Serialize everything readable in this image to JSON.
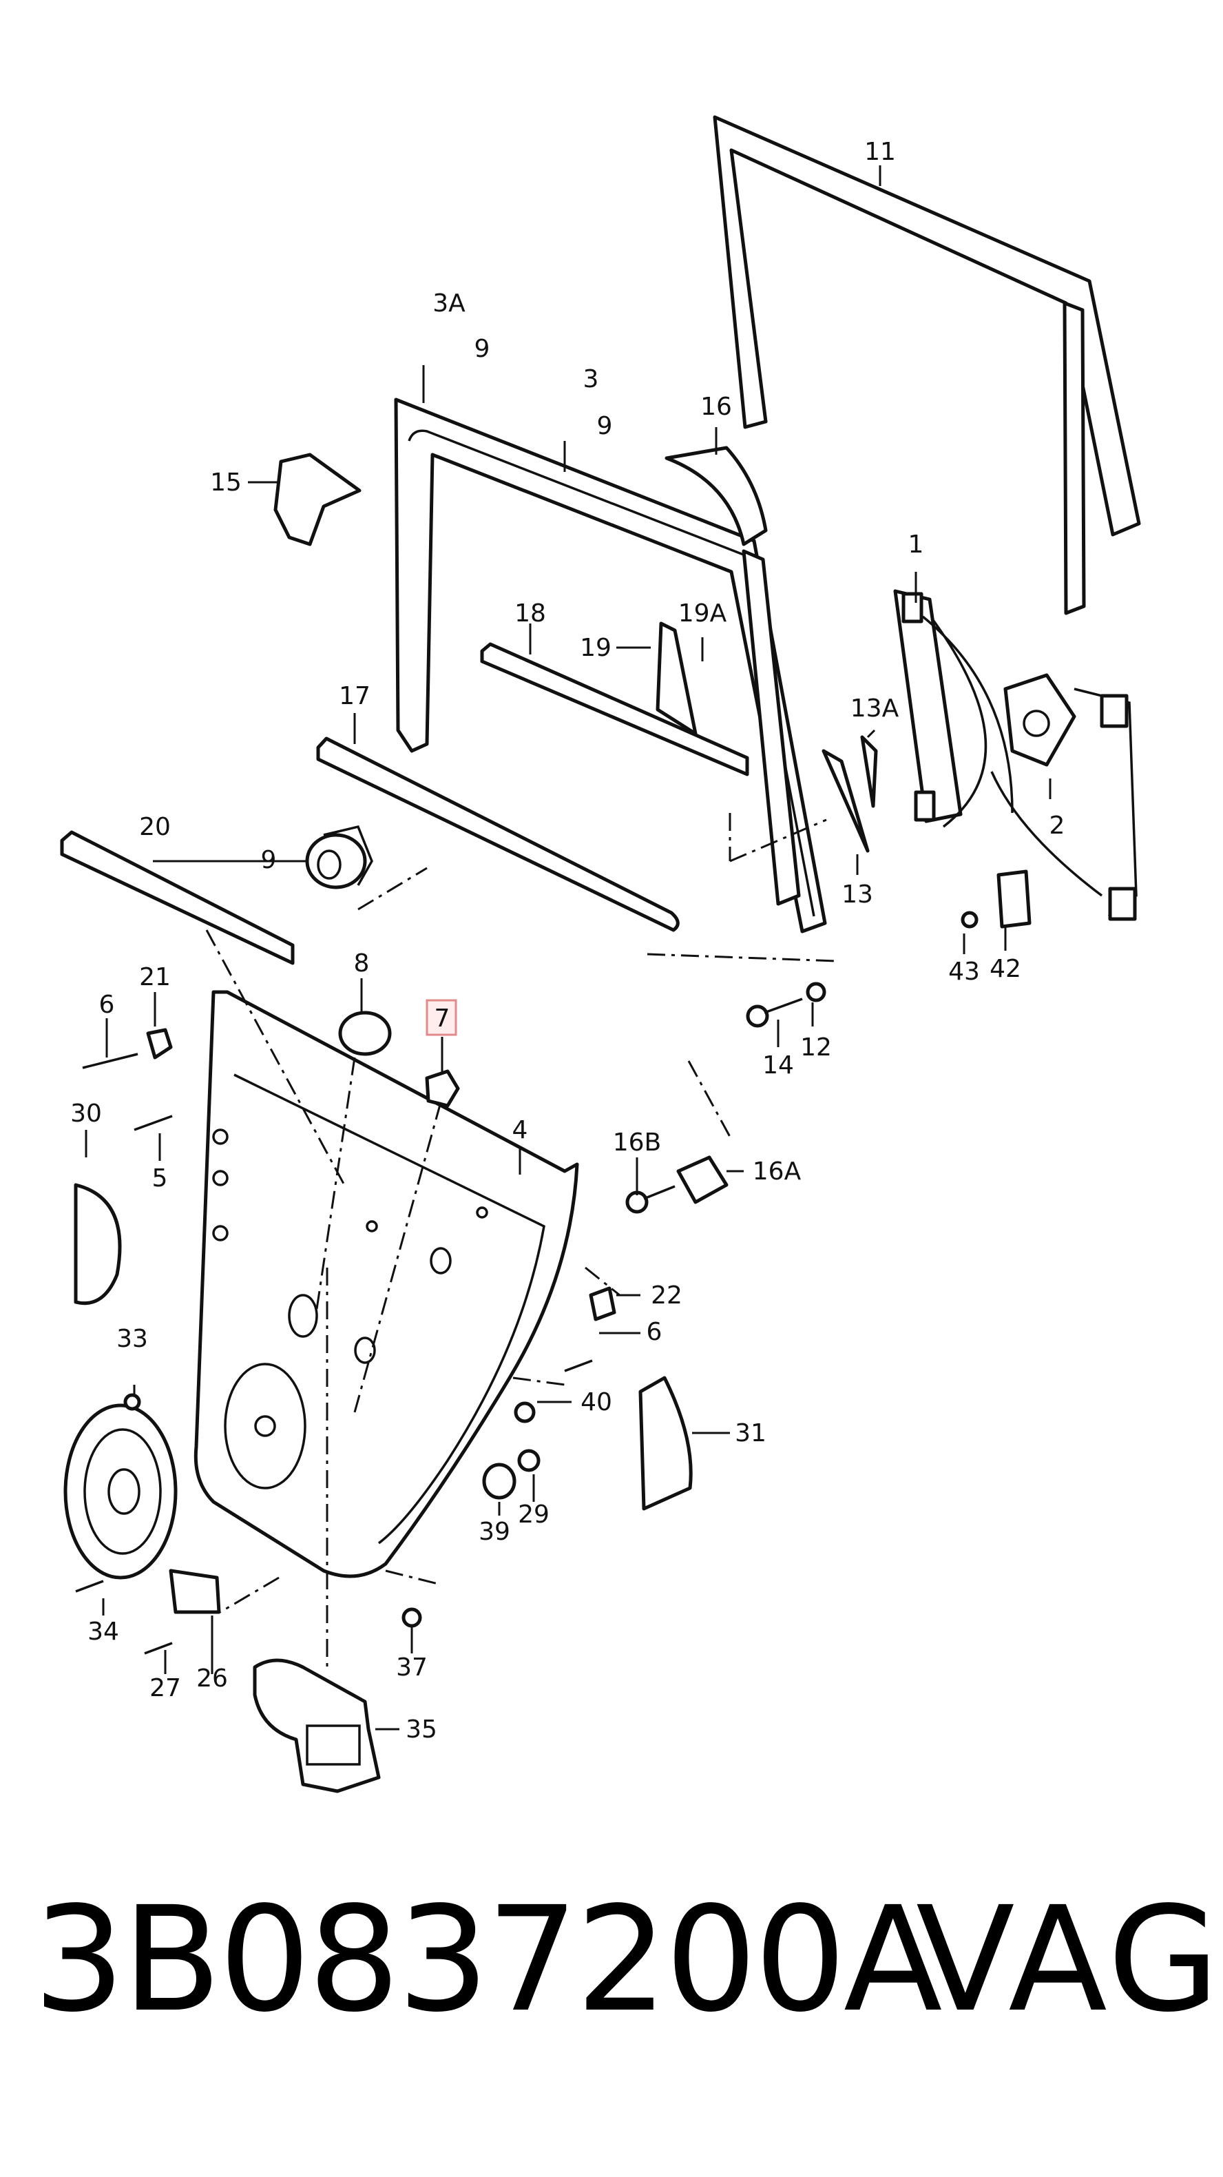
{
  "callouts": [
    {
      "id": "11",
      "label": "11"
    },
    {
      "id": "3A",
      "label": "3A"
    },
    {
      "id": "9a",
      "label": "9"
    },
    {
      "id": "3",
      "label": "3"
    },
    {
      "id": "9b",
      "label": "9"
    },
    {
      "id": "16",
      "label": "16"
    },
    {
      "id": "15",
      "label": "15"
    },
    {
      "id": "1",
      "label": "1"
    },
    {
      "id": "18",
      "label": "18"
    },
    {
      "id": "19A",
      "label": "19A"
    },
    {
      "id": "19",
      "label": "19"
    },
    {
      "id": "13A",
      "label": "13A"
    },
    {
      "id": "17",
      "label": "17"
    },
    {
      "id": "2",
      "label": "2"
    },
    {
      "id": "20",
      "label": "20"
    },
    {
      "id": "9c",
      "label": "9"
    },
    {
      "id": "13",
      "label": "13"
    },
    {
      "id": "43",
      "label": "43"
    },
    {
      "id": "42",
      "label": "42"
    },
    {
      "id": "21",
      "label": "21"
    },
    {
      "id": "8",
      "label": "8"
    },
    {
      "id": "7",
      "label": "7"
    },
    {
      "id": "6a",
      "label": "6"
    },
    {
      "id": "14",
      "label": "14"
    },
    {
      "id": "12",
      "label": "12"
    },
    {
      "id": "30",
      "label": "30"
    },
    {
      "id": "4",
      "label": "4"
    },
    {
      "id": "16B",
      "label": "16B"
    },
    {
      "id": "5",
      "label": "5"
    },
    {
      "id": "16A",
      "label": "16A"
    },
    {
      "id": "22",
      "label": "22"
    },
    {
      "id": "6b",
      "label": "6"
    },
    {
      "id": "33",
      "label": "33"
    },
    {
      "id": "40",
      "label": "40"
    },
    {
      "id": "31",
      "label": "31"
    },
    {
      "id": "29",
      "label": "29"
    },
    {
      "id": "39",
      "label": "39"
    },
    {
      "id": "34",
      "label": "34"
    },
    {
      "id": "37",
      "label": "37"
    },
    {
      "id": "27",
      "label": "27"
    },
    {
      "id": "26",
      "label": "26"
    },
    {
      "id": "35",
      "label": "35"
    }
  ],
  "highlight": {
    "part": "7",
    "color": "#e08a8a"
  },
  "footer": {
    "part_number": "3B0837200A",
    "brand": "VAG"
  }
}
